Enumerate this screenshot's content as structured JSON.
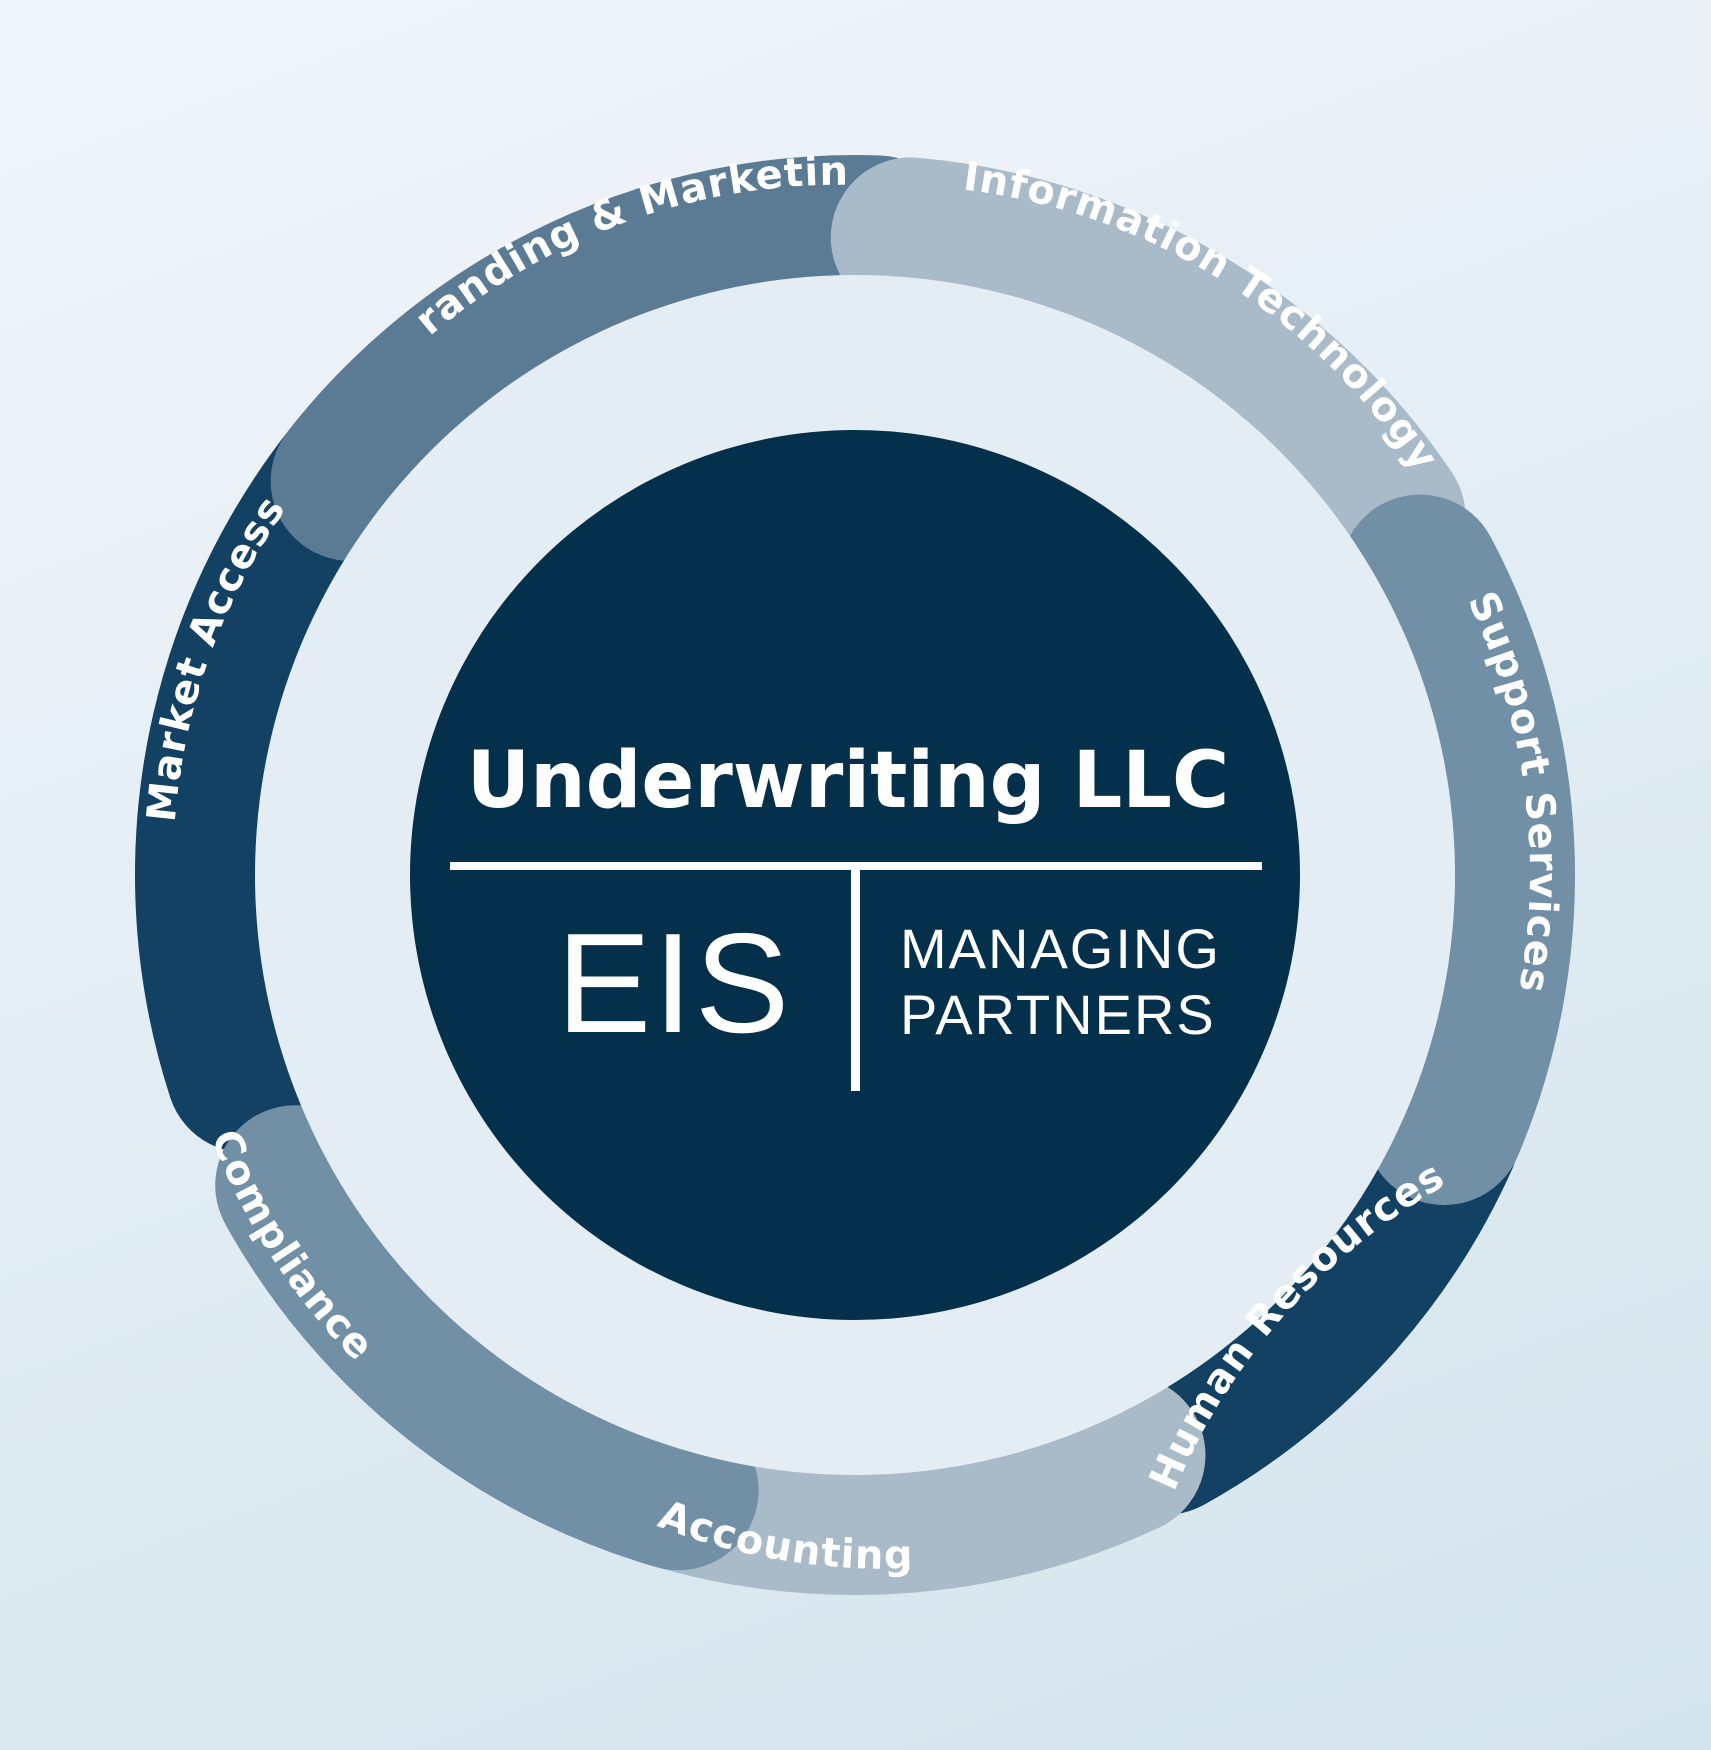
{
  "diagram": {
    "hub": {
      "title": "Underwriting LLC",
      "logo_text": "EIS",
      "logo_subtext_line1": "MANAGING",
      "logo_subtext_line2": "PARTNERS"
    },
    "ring_segments": [
      {
        "label": "Branding & Marketing",
        "color": "#5b7b95"
      },
      {
        "label": "Information Technology",
        "color": "#a9bac8"
      },
      {
        "label": "Support Services",
        "color": "#7190a6"
      },
      {
        "label": "Human Resources",
        "color": "#134164"
      },
      {
        "label": "Accounting",
        "color": "#a9bac8"
      },
      {
        "label": "Compliance",
        "color": "#7190a6"
      },
      {
        "label": "Market Access",
        "color": "#134164"
      }
    ],
    "colors": {
      "hub_fill": "#04304c",
      "ring_base": "#7a97ac",
      "label_text": "#ffffff"
    }
  }
}
